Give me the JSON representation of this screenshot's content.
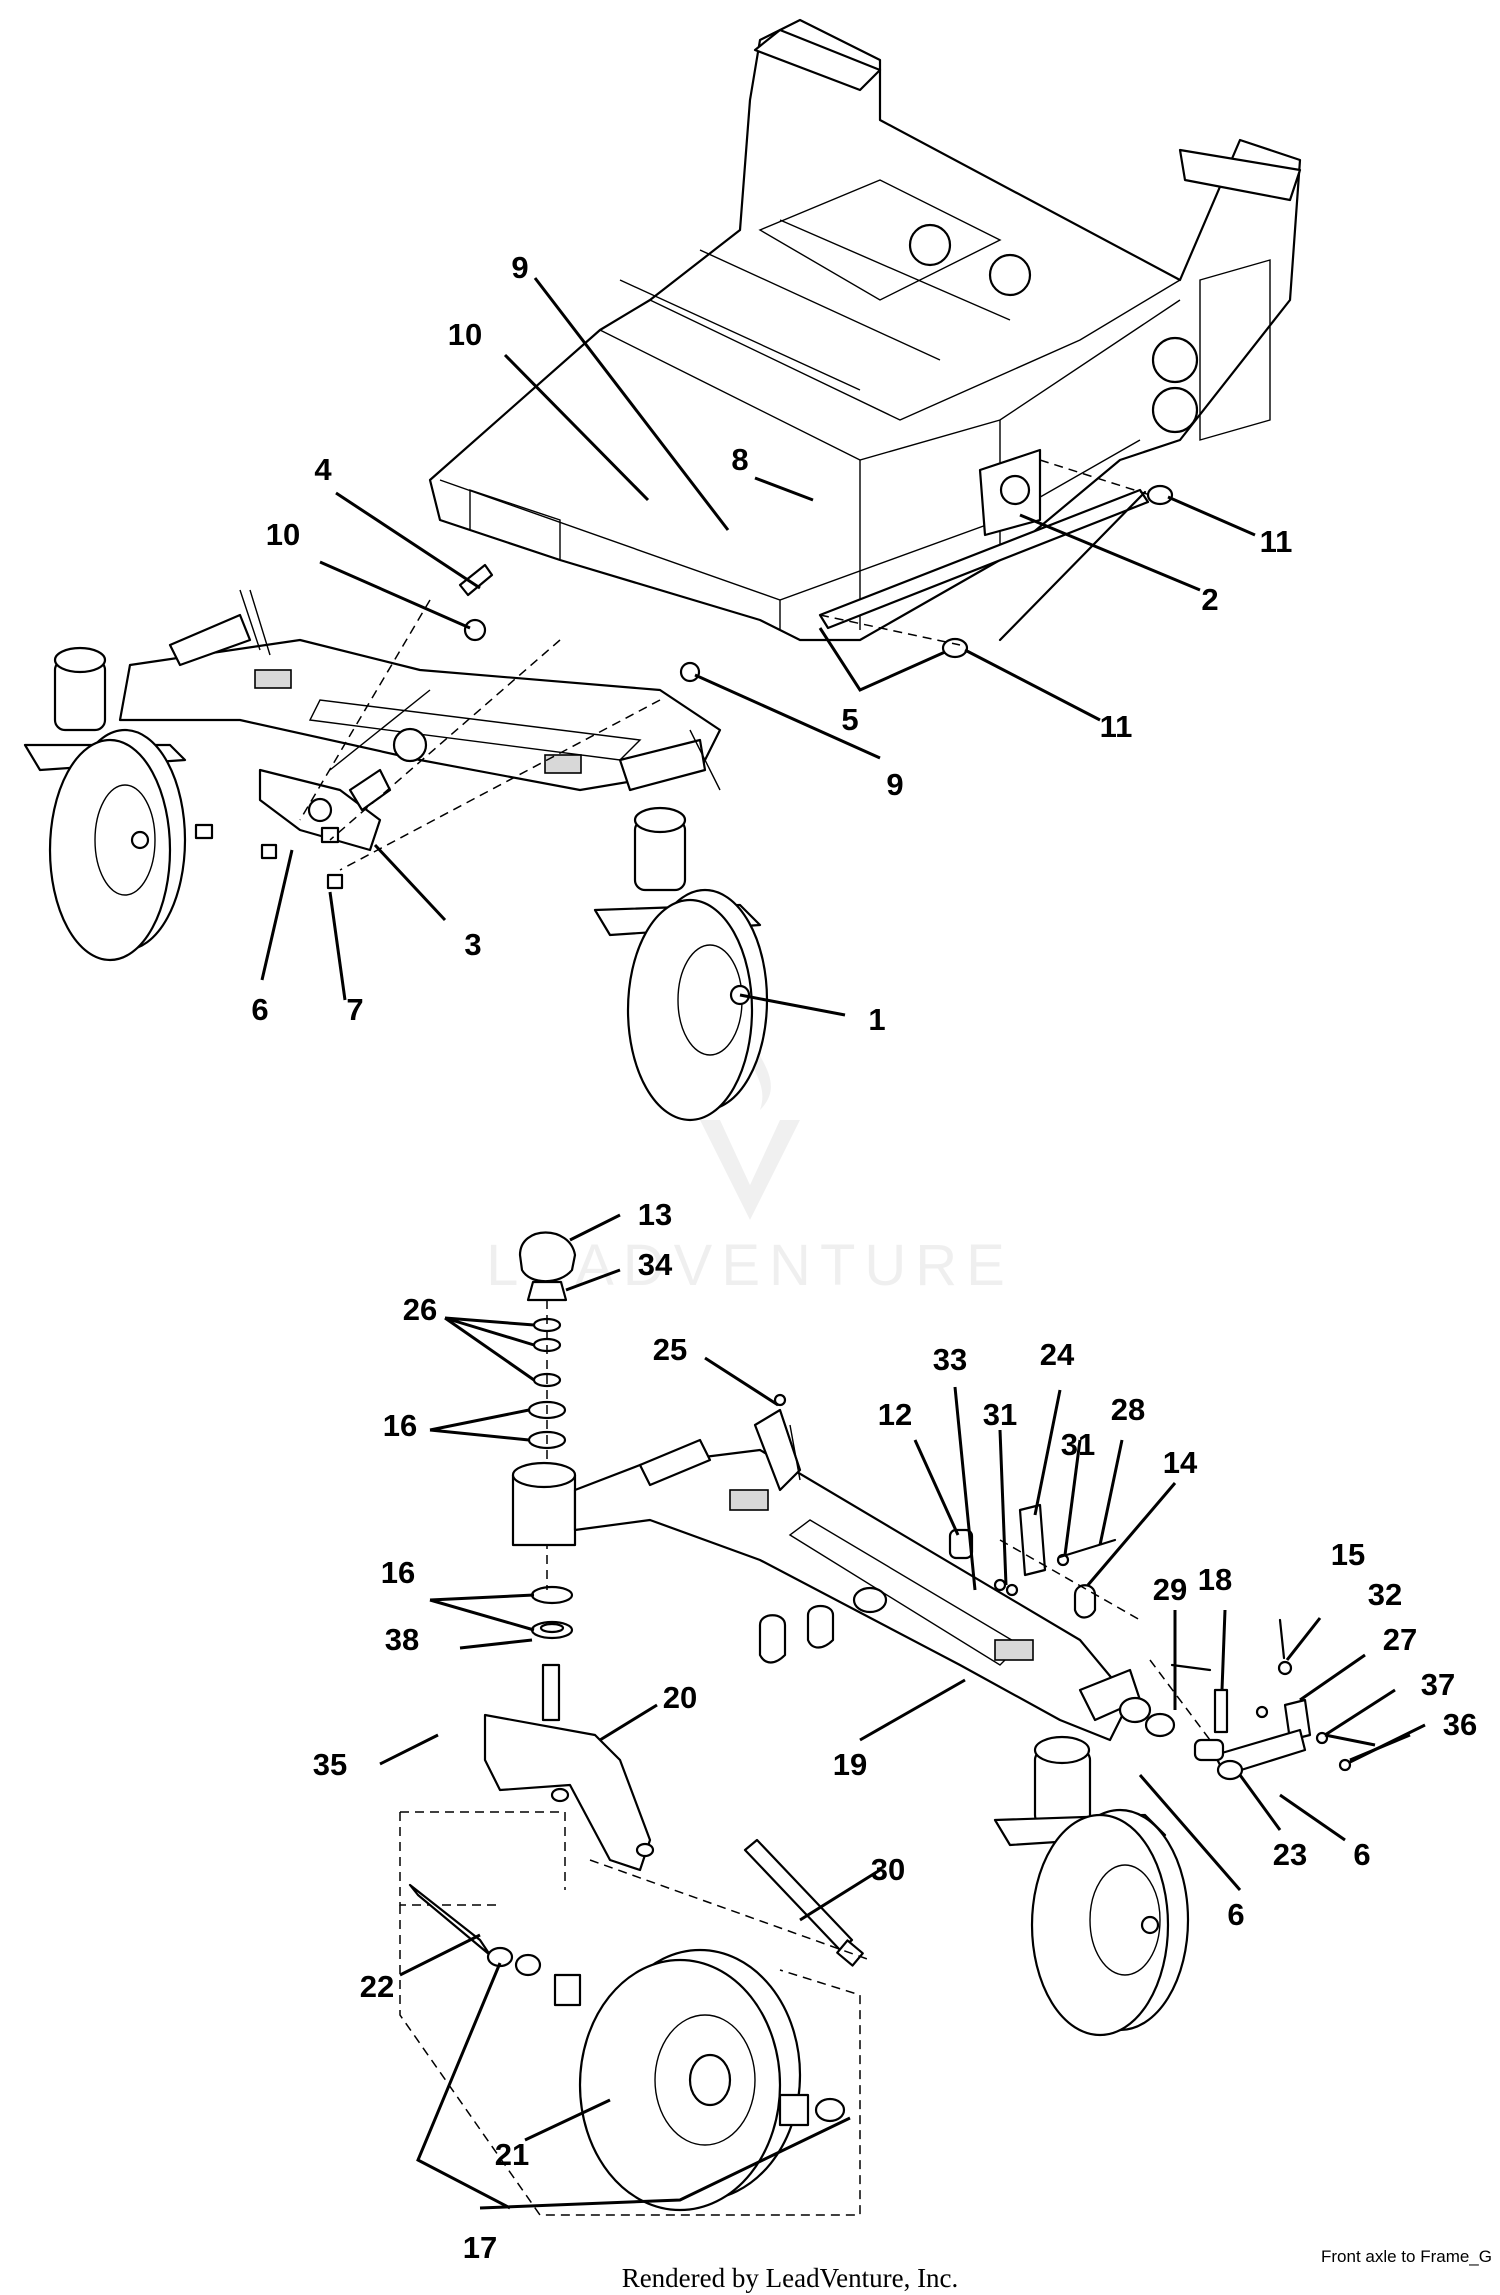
{
  "watermark": "LEADVENTURE",
  "footer": {
    "rendered_by": "Rendered by LeadVenture, Inc.",
    "diagram_name": "Front axle to Frame_G"
  },
  "upper_assembly": {
    "callouts": [
      {
        "id": "c-9a",
        "label": "9"
      },
      {
        "id": "c-10a",
        "label": "10"
      },
      {
        "id": "c-4",
        "label": "4"
      },
      {
        "id": "c-10b",
        "label": "10"
      },
      {
        "id": "c-8",
        "label": "8"
      },
      {
        "id": "c-11a",
        "label": "11"
      },
      {
        "id": "c-2",
        "label": "2"
      },
      {
        "id": "c-5",
        "label": "5"
      },
      {
        "id": "c-11b",
        "label": "11"
      },
      {
        "id": "c-9b",
        "label": "9"
      },
      {
        "id": "c-3",
        "label": "3"
      },
      {
        "id": "c-6a",
        "label": "6"
      },
      {
        "id": "c-7",
        "label": "7"
      },
      {
        "id": "c-1",
        "label": "1"
      }
    ]
  },
  "lower_assembly": {
    "callouts": [
      {
        "id": "c-13",
        "label": "13"
      },
      {
        "id": "c-34",
        "label": "34"
      },
      {
        "id": "c-26",
        "label": "26"
      },
      {
        "id": "c-25",
        "label": "25"
      },
      {
        "id": "c-16a",
        "label": "16"
      },
      {
        "id": "c-33",
        "label": "33"
      },
      {
        "id": "c-24",
        "label": "24"
      },
      {
        "id": "c-12",
        "label": "12"
      },
      {
        "id": "c-31a",
        "label": "31"
      },
      {
        "id": "c-31b",
        "label": "31"
      },
      {
        "id": "c-28",
        "label": "28"
      },
      {
        "id": "c-14",
        "label": "14"
      },
      {
        "id": "c-16b",
        "label": "16"
      },
      {
        "id": "c-29",
        "label": "29"
      },
      {
        "id": "c-18",
        "label": "18"
      },
      {
        "id": "c-15",
        "label": "15"
      },
      {
        "id": "c-32",
        "label": "32"
      },
      {
        "id": "c-38",
        "label": "38"
      },
      {
        "id": "c-27",
        "label": "27"
      },
      {
        "id": "c-37",
        "label": "37"
      },
      {
        "id": "c-20",
        "label": "20"
      },
      {
        "id": "c-36",
        "label": "36"
      },
      {
        "id": "c-35",
        "label": "35"
      },
      {
        "id": "c-19",
        "label": "19"
      },
      {
        "id": "c-23",
        "label": "23"
      },
      {
        "id": "c-6b",
        "label": "6"
      },
      {
        "id": "c-6c",
        "label": "6"
      },
      {
        "id": "c-30",
        "label": "30"
      },
      {
        "id": "c-22",
        "label": "22"
      },
      {
        "id": "c-21",
        "label": "21"
      },
      {
        "id": "c-17",
        "label": "17"
      }
    ]
  }
}
